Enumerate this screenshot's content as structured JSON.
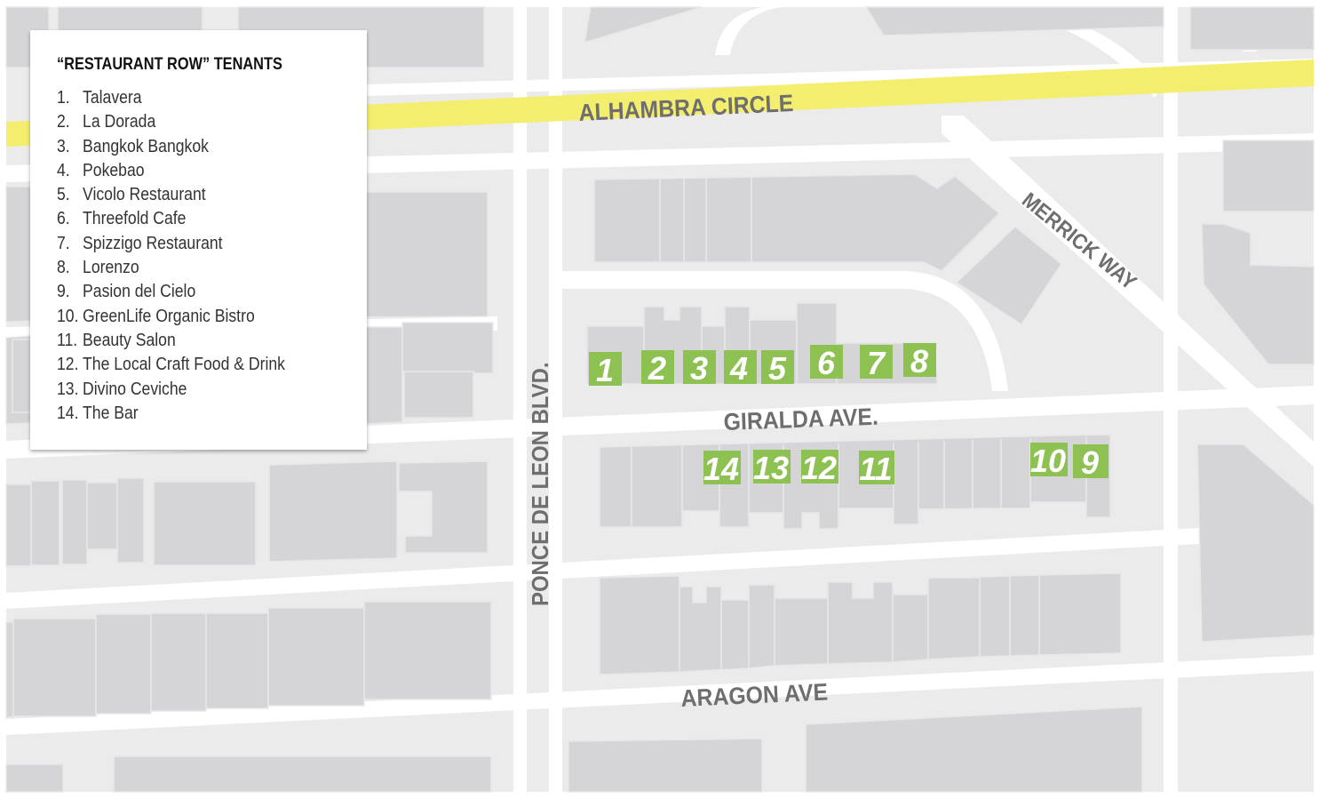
{
  "legend": {
    "title": "“RESTAURANT ROW” TENANTS",
    "items": [
      {
        "num": "1.",
        "name": "Talavera"
      },
      {
        "num": "2.",
        "name": "La Dorada"
      },
      {
        "num": "3.",
        "name": "Bangkok Bangkok"
      },
      {
        "num": "4.",
        "name": "Pokebao"
      },
      {
        "num": "5.",
        "name": "Vicolo Restaurant"
      },
      {
        "num": "6.",
        "name": "Threefold Cafe"
      },
      {
        "num": "7.",
        "name": "Spizzigo Restaurant"
      },
      {
        "num": "8.",
        "name": "Lorenzo"
      },
      {
        "num": "9.",
        "name": "Pasion del Cielo"
      },
      {
        "num": "10.",
        "name": "GreenLife Organic Bistro"
      },
      {
        "num": "11.",
        "name": "Beauty Salon"
      },
      {
        "num": "12.",
        "name": "The Local Craft Food & Drink"
      },
      {
        "num": "13.",
        "name": "Divino Ceviche"
      },
      {
        "num": "14.",
        "name": "The Bar"
      }
    ]
  },
  "streets": {
    "alhambra": "ALHAMBRA CIRCLE",
    "merrick": "MERRICK WAY",
    "ponce": "PONCE DE LEON BLVD.",
    "giralda": "GIRALDA AVE.",
    "aragon": "ARAGON AVE"
  },
  "markers": {
    "m1": "1",
    "m2": "2",
    "m3": "3",
    "m4": "4",
    "m5": "5",
    "m6": "6",
    "m7": "7",
    "m8": "8",
    "m9": "9",
    "m10": "10",
    "m11": "11",
    "m12": "12",
    "m13": "13",
    "m14": "14"
  },
  "colors": {
    "background": "#ebebeb",
    "street": "#ffffff",
    "building": "#d5d5d7",
    "highlight_road": "#f4ee6e",
    "marker": "#8dc152",
    "label": "#6e6e70"
  }
}
